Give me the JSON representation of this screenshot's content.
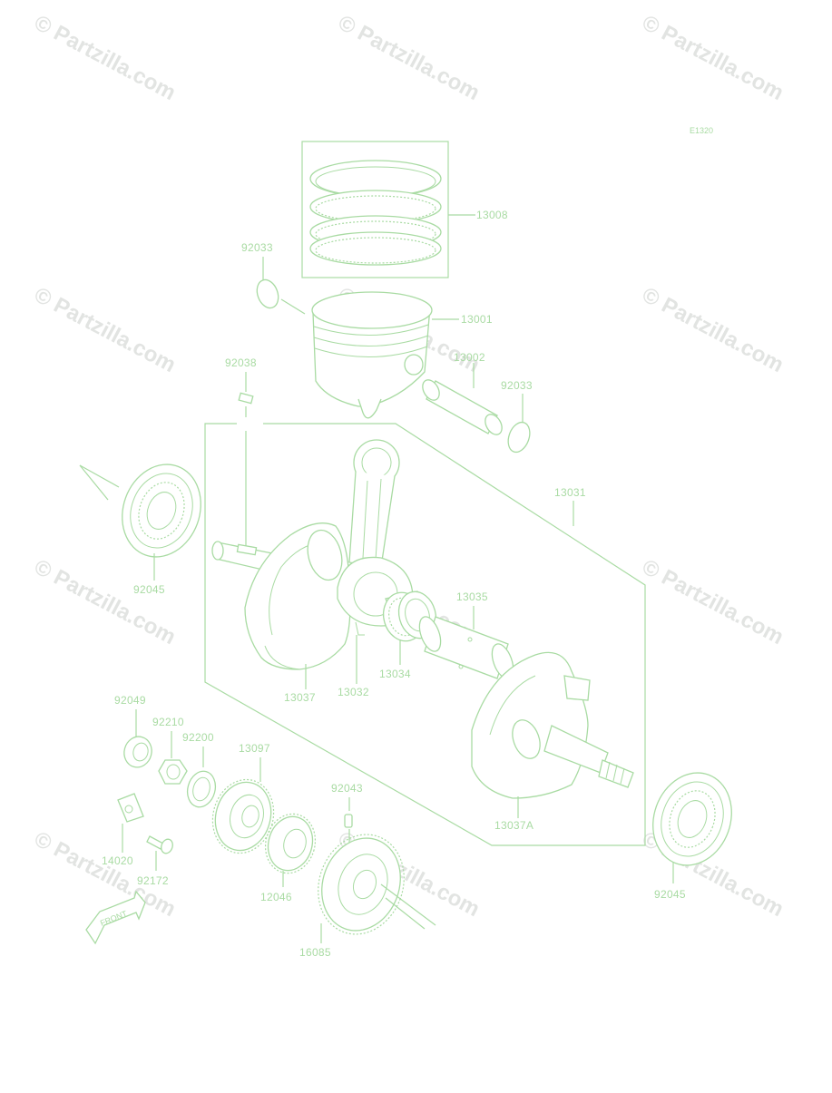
{
  "diagram": {
    "code": "E1320",
    "watermark": "© Partzilla.com",
    "front_label": "FRONT",
    "labels": {
      "p13008": "13008",
      "p92033a": "92033",
      "p13001": "13001",
      "p13002": "13002",
      "p92033b": "92033",
      "p92038": "92038",
      "p13031": "13031",
      "p92045a": "92045",
      "p13035": "13035",
      "p13037": "13037",
      "p13032": "13032",
      "p13034": "13034",
      "p92049": "92049",
      "p92210": "92210",
      "p92200": "92200",
      "p13097": "13097",
      "p92043": "92043",
      "p13037A": "13037A",
      "p14020": "14020",
      "p92172": "92172",
      "p12046": "12046",
      "p16085": "16085",
      "p92045b": "92045"
    }
  }
}
